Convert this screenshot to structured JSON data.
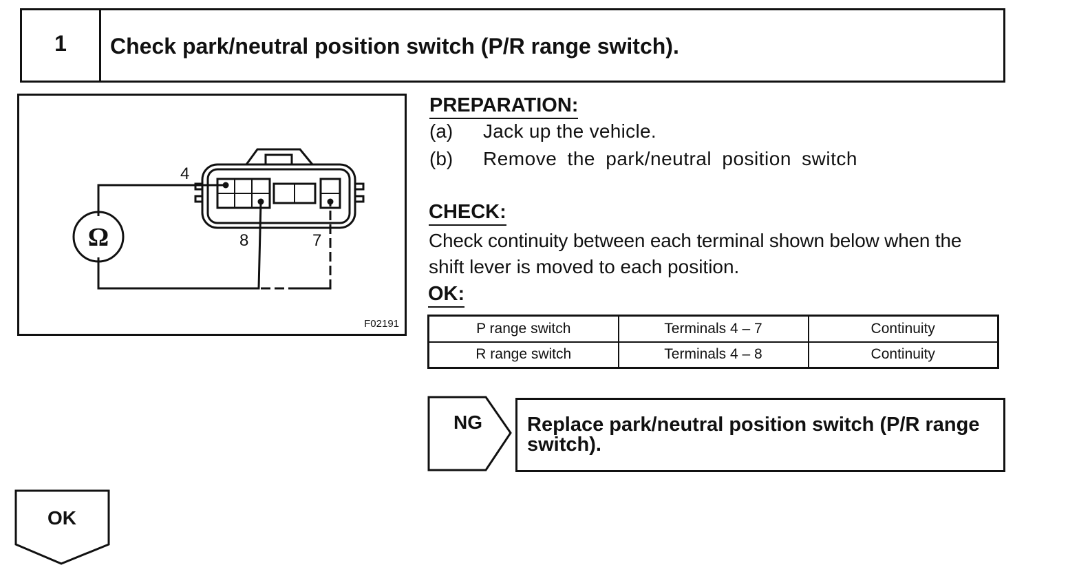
{
  "step": {
    "number": "1",
    "title": "Check park/neutral position switch (P/R range switch)."
  },
  "figure": {
    "id": "F02191",
    "meter_symbol": "Ω",
    "terminal_labels": [
      "4",
      "8",
      "7"
    ]
  },
  "preparation": {
    "heading": "PREPARATION:",
    "steps": [
      {
        "letter": "(a)",
        "text": "Jack up the vehicle."
      },
      {
        "letter": "(b)",
        "text": "Remove the park/neutral position switch"
      }
    ]
  },
  "check": {
    "heading": "CHECK:",
    "lines": [
      "Check continuity between each terminal shown below when the",
      "shift lever is moved to each position."
    ]
  },
  "ok": {
    "heading": "OK:",
    "table": [
      [
        "P range switch",
        "Terminals 4 – 7",
        "Continuity"
      ],
      [
        "R range switch",
        "Terminals 4 – 8",
        "Continuity"
      ]
    ]
  },
  "ng_result": {
    "label": "NG",
    "action": "Replace park/neutral position switch (P/R range switch)."
  },
  "ok_result": {
    "label": "OK"
  }
}
